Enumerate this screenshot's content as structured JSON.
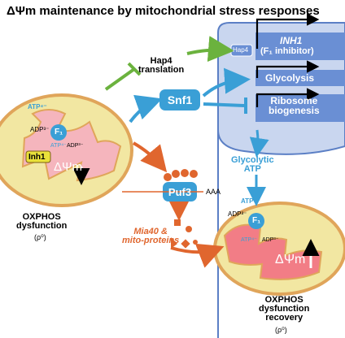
{
  "title": "ΔΨm maintenance by mitochondrial stress responses",
  "nodes": {
    "hap4_translation": "Hap4\ntranslation",
    "snf1": "Snf1",
    "puf3": "Puf3",
    "aaa": "AAA",
    "mia40": "Mia40 &\nmito-proteins",
    "glycolytic_atp": "Glycolytic\nATP",
    "hap4_small": "Hap4"
  },
  "nucleus_genes": {
    "inh1": "INH1",
    "inh1_sub": "(F₁ inhibitor)",
    "glycolysis": "Glycolysis",
    "ribosome": "Ribosome\nbiogenesis"
  },
  "left_mito": {
    "atp": "ATP⁴⁻",
    "adp": "ADP³⁻",
    "f1": "F₁",
    "atp_in": "ATP⁴⁻",
    "adp_in": "ADP³⁻",
    "inh1": "Inh1",
    "delta": "ΔΨm",
    "caption": "OXPHOS\ndysfunction",
    "rho": "(ρ⁰)"
  },
  "right_mito": {
    "atp": "ATP⁴⁻",
    "adp": "ADP³⁻",
    "f1": "F₁",
    "atp_in": "ATP⁴⁻",
    "adp_in": "ADP³⁻",
    "delta": "ΔΨm",
    "caption": "OXPHOS\ndysfunction\nrecovery",
    "rho": "(ρ⁰)"
  },
  "colors": {
    "blue": "#3a9fd6",
    "nucleus": "#c9d6ef",
    "orange": "#e0662e",
    "green": "#6bb23e",
    "matrix": "#f27d86",
    "outer": "#f2e7a2"
  }
}
